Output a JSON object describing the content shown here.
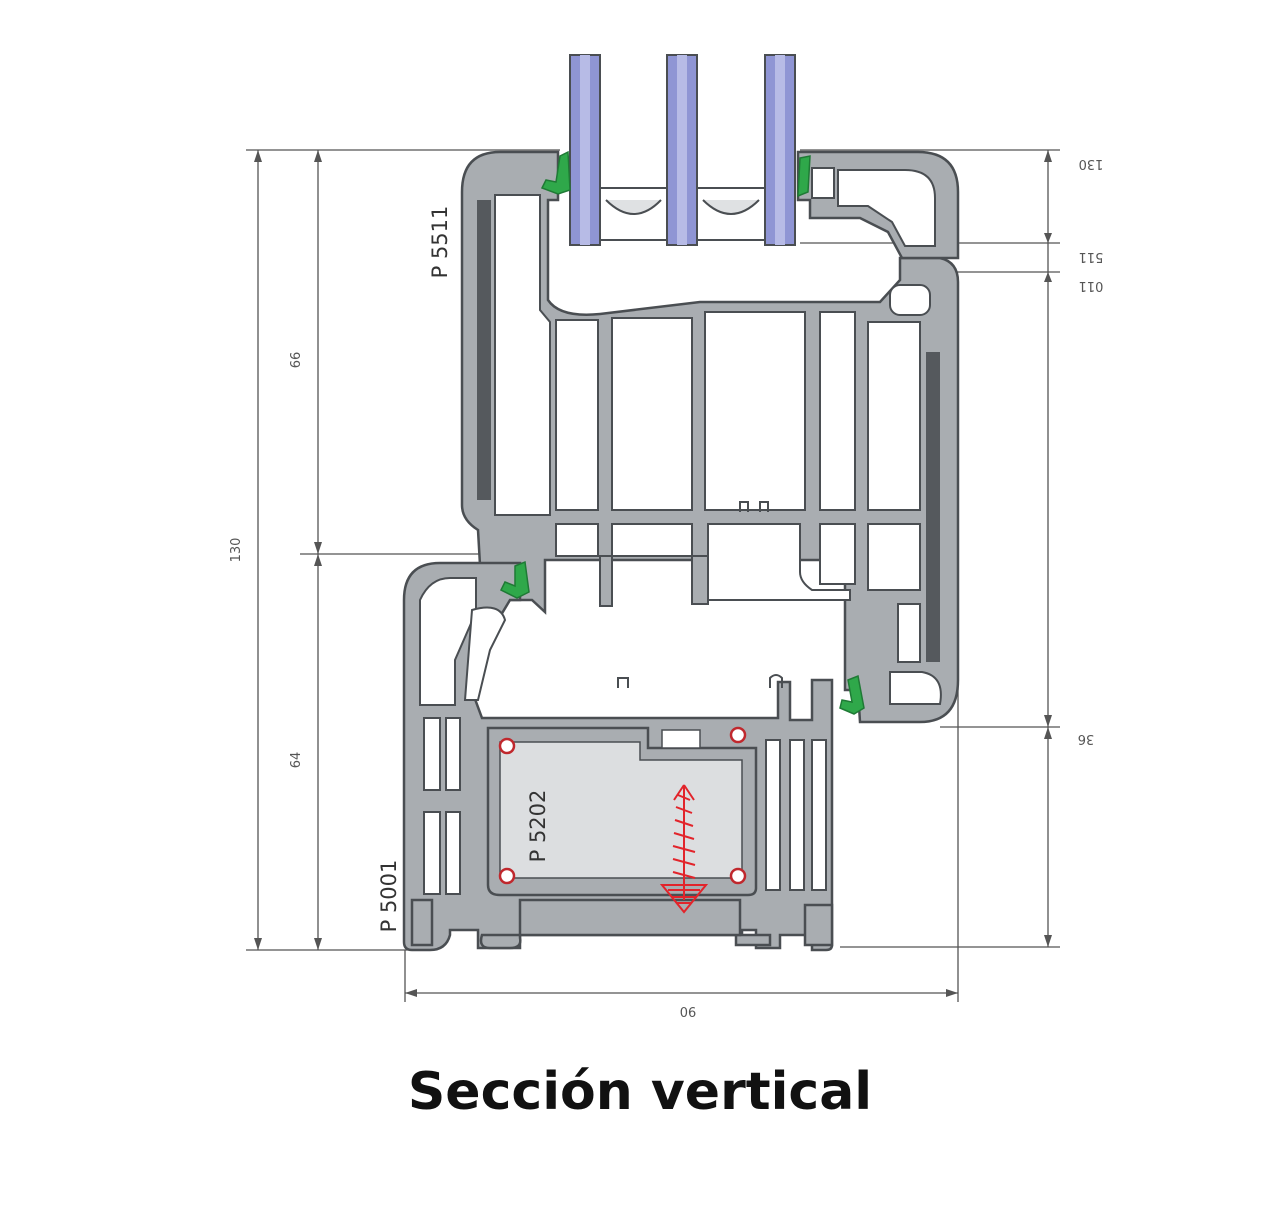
{
  "caption": "Sección vertical",
  "profiles": {
    "sash": "P 5511",
    "frame": "P 5001",
    "reinforcement": "P 5202"
  },
  "dimensions": {
    "total_height": "130",
    "upper_height": "66",
    "lower_height": "64",
    "total_width": "90",
    "top_offset": "130",
    "glazing_bead_1": "511",
    "glazing_bead_2": "011",
    "sill_offset": "36"
  },
  "colors": {
    "pvc": "#a9adb1",
    "chamber": "#ffffff",
    "outline": "#4a4e52",
    "glass": "#8f95d4",
    "gasket": "#2fa84a",
    "screw": "#e2242b",
    "reinforcement": "#dcdee0"
  }
}
